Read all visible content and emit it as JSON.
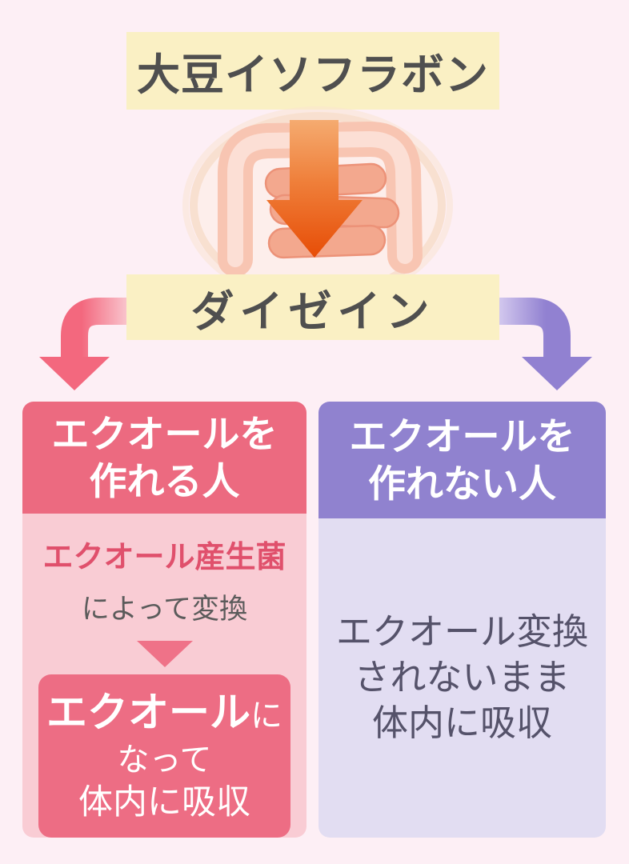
{
  "title_banner": {
    "text": "大豆イソフラボン"
  },
  "daidzein_banner": {
    "text": "ダイゼイン"
  },
  "left_column": {
    "header_line1": "エクオールを",
    "header_line2": "作れる人",
    "bacteria_label": "エクオール産生菌",
    "conversion_label": "によって変換",
    "result_box": {
      "line1_bold": "エクオール",
      "line1_rest": "に",
      "line2": "なって",
      "line3": "体内に吸収"
    }
  },
  "right_column": {
    "header_line1": "エクオールを",
    "header_line2": "作れない人",
    "body_line1": "エクオール変換",
    "body_line2": "されないまま",
    "body_line3": "体内に吸収"
  },
  "icons": {
    "digestion_down_arrow": "big-orange-down-arrow",
    "left_branch_arrow": "pink-curved-down-arrow",
    "right_branch_arrow": "purple-curved-down-arrow",
    "conversion_triangle": "small-pink-down-triangle",
    "intestine_illustration": "intestines-drawing"
  },
  "colors": {
    "page_background": "#fdeff5",
    "banner_background": "#faf0c4",
    "banner_text": "#4f4f4f",
    "orange_arrow_top": "#f5ab70",
    "orange_arrow_bottom": "#e74d07",
    "pink_arrow": "#f3687e",
    "purple_arrow": "#9181d1",
    "producer_header": "#ec6a80",
    "producer_body": "#f9ccd4",
    "producer_accent_text": "#e0506c",
    "result_box": "#ed6d84",
    "nonproducer_header": "#9082cf",
    "nonproducer_body": "#e2ddf2",
    "nonproducer_text": "#55526a"
  }
}
